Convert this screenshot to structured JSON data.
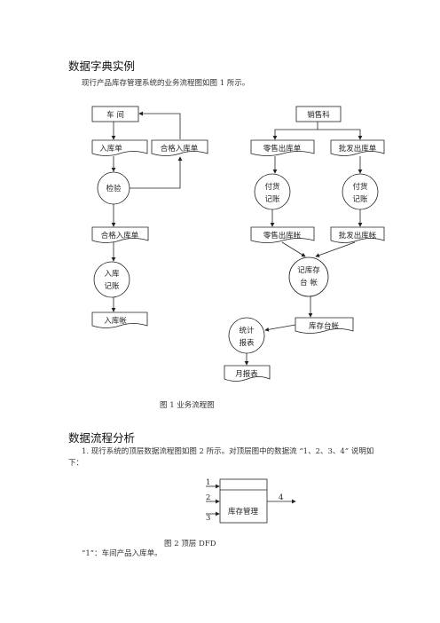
{
  "section1": {
    "heading": "数据字典实例",
    "intro": "现行产品库存管理系统的业务流程图如图 1 所示。"
  },
  "figure1": {
    "nodes": {
      "workshop": "车 间",
      "sales_dept": "销售科",
      "inbound_slip": "入库单",
      "qualified_inbound_slip_top": "合格入库单",
      "retail_outbound_slip": "零售出库单",
      "wholesale_outbound_slip": "批发出库单",
      "inspection": "检验",
      "pay_record_left": [
        "付货",
        "记账"
      ],
      "pay_record_right": [
        "付货",
        "记账"
      ],
      "qualified_inbound_slip": "合格入库单",
      "retail_outbound_ledger": "零售出库帐",
      "wholesale_outbound_ledger": "批发出库帐",
      "inbound_record": [
        "入库",
        "记账"
      ],
      "stock_ledger_record": [
        "记库存",
        "台  帐"
      ],
      "inbound_ledger": "入库帐",
      "stats_report": [
        "统计",
        "报表"
      ],
      "stock_ledger": "库存台帐",
      "monthly_report": "月报表"
    },
    "caption": "图 1    业务流程图"
  },
  "section2": {
    "heading": "数据流程分析",
    "para_line1": "1. 现行系统的顶层数据流程图如图 2 所示。对顶层图中的数据流 “1、2、3、4” 说明如",
    "para_line2": "下："
  },
  "figure2": {
    "process": "库存管理",
    "flows": [
      "1",
      "2",
      "3",
      "4"
    ],
    "caption": "图 2    顶层 DFD"
  },
  "note1": "“1”：车间产品入库单。"
}
